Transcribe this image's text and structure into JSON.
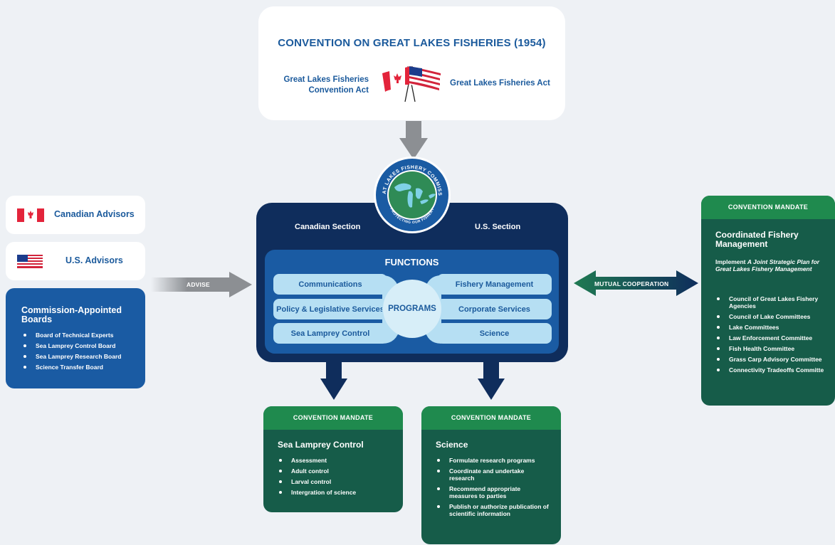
{
  "convention": {
    "title": "CONVENTION ON GREAT LAKES FISHERIES (1954)",
    "canada_act": "Great Lakes Fisheries Convention Act",
    "us_act": "Great Lakes Fisheries Act"
  },
  "logo": {
    "text_top": "GREAT LAKES FISHERY COMMISSION",
    "text_bottom": "PROTECTING OUR FISHERY"
  },
  "commission": {
    "canadian_section": "Canadian Section",
    "us_section": "U.S. Section",
    "functions_title": "FUNCTIONS",
    "programs_label": "PROGRAMS",
    "left_functions": [
      "Communications",
      "Policy & Legislative Services",
      "Sea Lamprey Control"
    ],
    "right_functions": [
      "Fishery Management",
      "Corporate Services",
      "Science"
    ]
  },
  "advisors": {
    "canadian": "Canadian Advisors",
    "us": "U.S. Advisors",
    "advise_label": "ADVISE"
  },
  "boards": {
    "title": "Commission-Appointed Boards",
    "items": [
      "Board of Technical Experts",
      "Sea Lamprey Control Board",
      "Sea Lamprey Research Board",
      "Science Transfer Board"
    ]
  },
  "mutual_cooperation": "MUTUAL COOPERATION",
  "fishery_mandate": {
    "header": "CONVENTION MANDATE",
    "title": "Coordinated Fishery Management",
    "subtitle_prefix": "Implement ",
    "subtitle_italic": "A Joint Strategic Plan for Great Lakes Fishery Management",
    "items": [
      "Council of Great Lakes Fishery Agencies",
      "Council of Lake Committees",
      "Lake Committees",
      "Law Enforcement Committee",
      "Fish Health Committee",
      "Grass Carp Advisory Committee",
      "Connectivity Tradeoffs Committe"
    ]
  },
  "lamprey_mandate": {
    "header": "CONVENTION MANDATE",
    "title": "Sea Lamprey Control",
    "items": [
      "Assessment",
      "Adult control",
      "Larval control",
      "Intergration of science"
    ]
  },
  "science_mandate": {
    "header": "CONVENTION MANDATE",
    "title": "Science",
    "items": [
      "Formulate research programs",
      "Coordinate and undertake research",
      "Recommend appropriate measures to parties",
      "Publish or authorize publication of scientific information"
    ]
  },
  "colors": {
    "navy": "#0f2d5c",
    "blue": "#1a5ba3",
    "text_blue": "#1b5a9c",
    "light_blue": "#b6dff3",
    "dark_green": "#165c49",
    "green": "#1f8a4e",
    "gray_arrow": "#8c8f93"
  }
}
